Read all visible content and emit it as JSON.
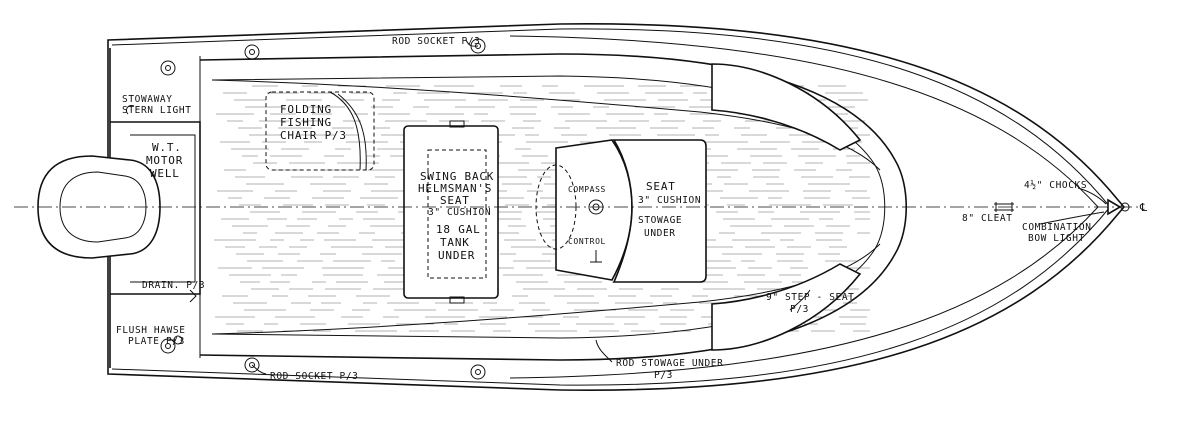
{
  "labels": {
    "rod_socket_top": "Rod Socket",
    "rod_socket_top_sheet": "P/3",
    "stowaway": "Stowaway",
    "stern_light": "Stern Light",
    "folding": "Folding",
    "fishing": "Fishing",
    "chair": "Chair",
    "chair_sheet": "P/3",
    "wt": "W.T.",
    "motor": "Motor",
    "well": "Well",
    "swing_back": "Swing Back",
    "helmsmans": "Helmsman's",
    "seat1": "Seat",
    "cushion1": "3\" Cushion",
    "gal": "18 Gal",
    "tank": "Tank",
    "under1": "Under",
    "compass": "Compass",
    "control": "Control",
    "seat2": "Seat",
    "cushion2": "3\" Cushion",
    "stowage": "Stowage",
    "under2": "Under",
    "chocks": "4½\" Chocks",
    "cleat": "8\" Cleat",
    "combination": "Combination",
    "bow_light": "Bow Light",
    "cl_mark": "℄",
    "drain": "Drain",
    "drain_sheet": "P/3",
    "flush_hawse": "Flush Hawse",
    "plate": "Plate",
    "plate_sheet": "P/3",
    "step_seat": "9\" Step - Seat",
    "step_seat_sheet": "P/3",
    "rod_socket_bottom": "Rod Socket",
    "rod_socket_bottom_sheet": "P/3",
    "rod_stowage": "Rod Stowage Under",
    "rod_stowage_sheet": "P/3"
  }
}
